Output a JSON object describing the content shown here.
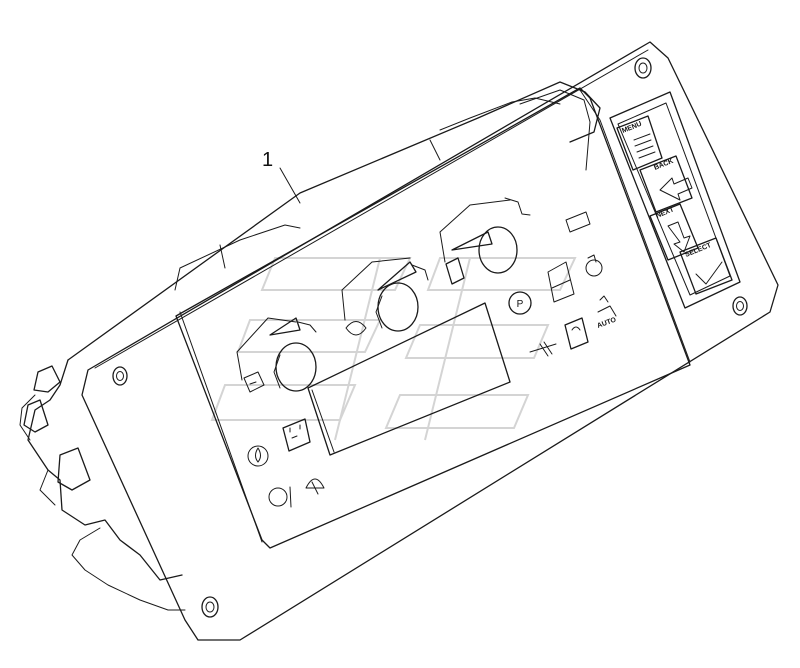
{
  "callout": {
    "number": "1"
  },
  "keypad": {
    "menu": "MENU",
    "back": "BACK",
    "next": "NEXT",
    "select": "SELECT"
  },
  "indicator_labels": {
    "auto": "AUTO",
    "parking": "P"
  },
  "colors": {
    "line": "#1a1a1a",
    "background": "#ffffff",
    "watermark": "#d4d4d4"
  }
}
